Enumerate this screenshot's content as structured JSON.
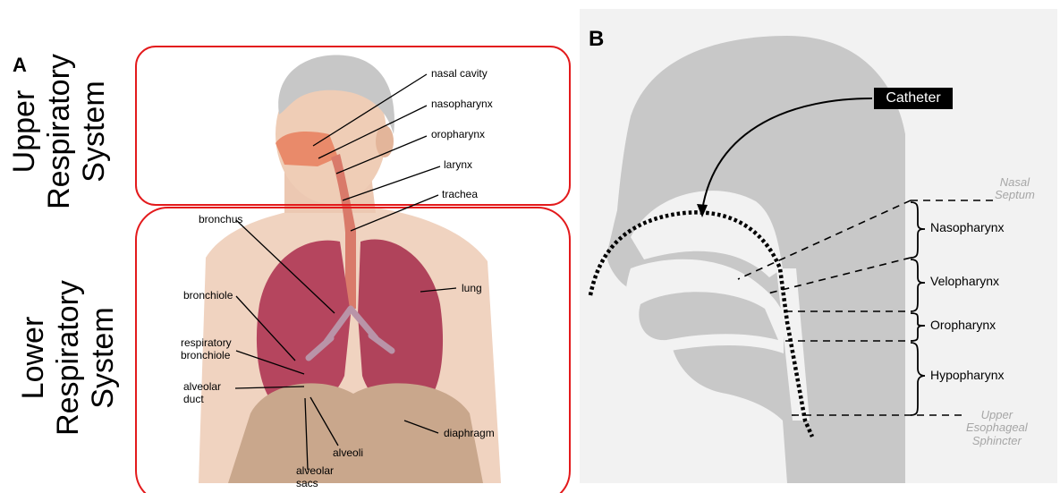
{
  "panel_a": {
    "letter": "A",
    "upper_system": {
      "line1": "Upper",
      "line2": "Respiratory",
      "line3": "System"
    },
    "lower_system": {
      "line1": "Lower",
      "line2": "Respiratory",
      "line3": "System"
    },
    "labels": {
      "nasal_cavity": "nasal cavity",
      "nasopharynx": "nasopharynx",
      "oropharynx": "oropharynx",
      "larynx": "larynx",
      "trachea": "trachea",
      "bronchus": "bronchus",
      "lung": "lung",
      "bronchiole": "bronchiole",
      "respiratory_bronchiole_1": "respiratory",
      "respiratory_bronchiole_2": "bronchiole",
      "alveolar_duct_1": "alveolar",
      "alveolar_duct_2": "duct",
      "alveoli": "alveoli",
      "alveolar_sacs_1": "alveolar",
      "alveolar_sacs_2": "sacs",
      "diaphragm": "diaphragm"
    },
    "colors": {
      "box_outline": "#e31a1c",
      "lung": "#b5455e",
      "skin": "#f0d3c0",
      "diaphragm": "#c9a78c"
    }
  },
  "panel_b": {
    "letter": "B",
    "catheter": "Catheter",
    "regions": {
      "nasopharynx": "Nasopharynx",
      "velopharynx": "Velopharynx",
      "oropharynx": "Oropharynx",
      "hypopharynx": "Hypopharynx"
    },
    "landmarks": {
      "nasal_septum_1": "Nasal",
      "nasal_septum_2": "Septum",
      "ues_1": "Upper",
      "ues_2": "Esophageal",
      "ues_3": "Sphincter"
    },
    "colors": {
      "head": "#c8c8c8",
      "background": "#f2f2f2",
      "catheter_box": "#000000"
    }
  }
}
